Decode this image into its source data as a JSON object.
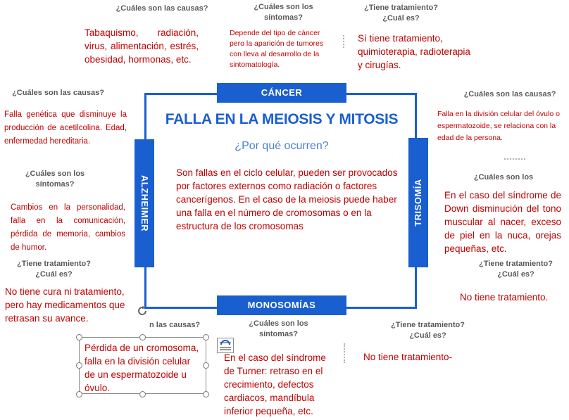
{
  "center": {
    "title": "FALLA EN LA MEIOSIS Y MITOSIS",
    "question": "¿Por qué ocurren?",
    "answer": "Son fallas en el ciclo celular, pueden ser provocados por factores externos como radiación o factores cancerígenos. En el caso de la meiosis puede haber una falla en el número de cromosomas o en la estructura de los cromosomas"
  },
  "labels": {
    "top": "CÁNCER",
    "left": "ALZHEIMER",
    "right": "TRISOMÍA",
    "bottom": "MONOSOMÍAS"
  },
  "cancer": {
    "causes_q": "¿Cuáles son las causas?",
    "causes_a": "Tabaquismo, radiación, virus, alimentación, estrés, obesidad, hormonas, etc.",
    "symptoms_q": "¿Cuáles son los síntomas?",
    "symptoms_a": "Depende del tipo de cáncer pero la aparición de tumores con lleva al desarrollo de la sintomatología.",
    "treatment_q": "¿Tiene tratamiento? ¿Cuál es?",
    "treatment_a": "Sí tiene tratamiento, quimioterapia, radioterapia y cirugías."
  },
  "alzheimer": {
    "causes_q": "¿Cuáles son las causas?",
    "causes_a": "Falla genética que disminuye la producción de acetilcolina. Edad, enfermedad hereditaria.",
    "symptoms_q": "¿Cuáles son los síntomas?",
    "symptoms_a": "Cambios en la personalidad, falla en la comunicación, pérdida de memoria, cambios de humor.",
    "treatment_q": "¿Tiene tratamiento? ¿Cuál es?",
    "treatment_a": "No tiene cura ni tratamiento, pero hay medicamentos que retrasan su avance."
  },
  "trisomia": {
    "causes_q": "¿Cuáles son las causas?",
    "causes_a": "Falla en la división celular del óvulo o espermatozoide, se relaciona con la edad de la persona.",
    "symptoms_q": "¿Cuáles son los",
    "symptoms_a": "En el caso del síndrome de Down disminución del tono muscular al nacer, exceso de piel en la nuca, orejas pequeñas, etc.",
    "treatment_q": "¿Tiene tratamiento? ¿Cuál es?",
    "treatment_a": "No tiene tratamiento."
  },
  "monosomias": {
    "causes_q": "n las causas?",
    "causes_a": "Pérdida de un cromosoma, falla en la división celular de un espermatozoide u óvulo.",
    "symptoms_q": "¿Cuáles son los síntomas?",
    "symptoms_a": "En el caso del síndrome de Turner: retraso en el crecimiento, defectos cardiacos, mandíbula inferior pequeña, etc.",
    "treatment_q": "¿Tiene tratamiento? ¿Cuál es?",
    "treatment_a": "No tiene tratamiento-"
  },
  "colors": {
    "accent": "#1a5fd0",
    "answer": "#c00000",
    "question": "#5a5a5a"
  }
}
